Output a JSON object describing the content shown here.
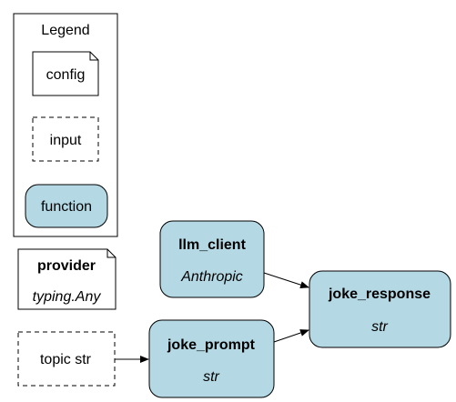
{
  "legend": {
    "title": "Legend",
    "config_label": "config",
    "input_label": "input",
    "function_label": "function"
  },
  "nodes": {
    "provider": {
      "name": "provider",
      "type": "typing.Any"
    },
    "topic": {
      "label": "topic str"
    },
    "llm_client": {
      "name": "llm_client",
      "type": "Anthropic"
    },
    "joke_prompt": {
      "name": "joke_prompt",
      "type": "str"
    },
    "joke_response": {
      "name": "joke_response",
      "type": "str"
    }
  },
  "colors": {
    "function_fill": "#b4d9e4",
    "stroke": "#000000",
    "background": "#ffffff"
  }
}
